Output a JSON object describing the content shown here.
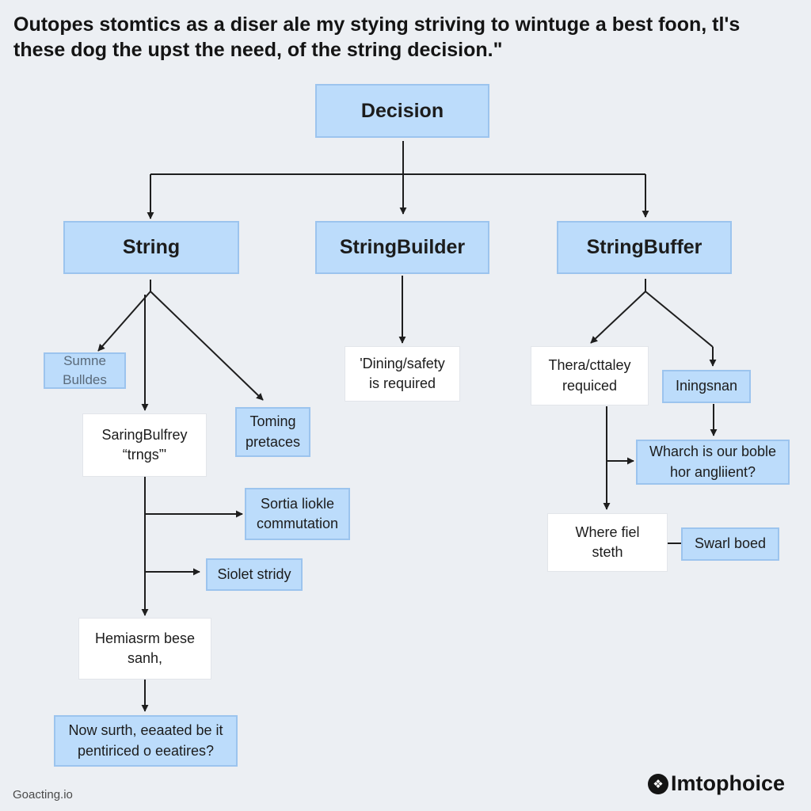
{
  "title_lines": [
    "Outopes stomtics as a diser ale my stying striving to wintuge a best foon, tl's",
    "these dog the upst the need, of the string decision.\""
  ],
  "nodes": {
    "decision": "Decision",
    "string": "String",
    "stringbuilder": "StringBuilder",
    "stringbuffer": "StringBuffer",
    "sumne": [
      "Sumne",
      "Bulldes"
    ],
    "saringbulfrey": [
      "SaringBulfrey",
      "“trngs”'"
    ],
    "toming": [
      "Toming",
      "pretaces"
    ],
    "sortia": [
      "Sortia liokle",
      "commutation"
    ],
    "siolet": [
      "Siolet stridy"
    ],
    "hemiasrm": [
      "Hemiasrm bese",
      "sanh,"
    ],
    "nowsurth": [
      "Now surth, eeaated be it",
      "pentiriced o eeatires?"
    ],
    "dining": [
      "'Dining/safety",
      "is required"
    ],
    "thera": [
      "Thera/cttaley",
      "requiced"
    ],
    "iningsnan": [
      "Iningsnan"
    ],
    "wharch": [
      "Wharch is our boble",
      "hor angliient?"
    ],
    "wherefiel": [
      "Where fiel",
      "steth"
    ],
    "swarl": [
      "Swarl boed"
    ]
  },
  "footer": {
    "source": "Goacting.io",
    "brand": "Imtophoice",
    "brand_icon": "logo-mark-icon"
  },
  "colors": {
    "background": "#eceff3",
    "blue_box": "#bcdcfb",
    "blue_border": "#9cc4ee",
    "white_box": "#ffffff",
    "line": "#1e1e1e"
  }
}
